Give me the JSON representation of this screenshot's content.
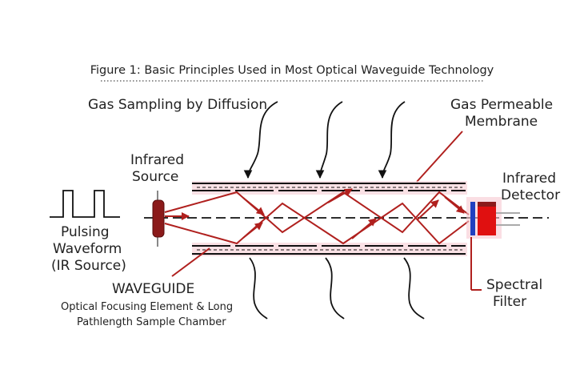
{
  "figure": {
    "title": "Figure 1: Basic Principles Used in Most Optical Waveguide Technology"
  },
  "labels": {
    "gas_sampling": "Gas Sampling by Diffusion",
    "membrane_line1": "Gas Permeable",
    "membrane_line2": "Membrane",
    "source_line1": "Infrared",
    "source_line2": "Source",
    "detector_line1": "Infrared",
    "detector_line2": "Detector",
    "pulse_line1": "Pulsing",
    "pulse_line2": "Waveform",
    "pulse_line3": "(IR Source)",
    "waveguide": "WAVEGUIDE",
    "waveguide_desc1": "Optical Focusing Element & Long",
    "waveguide_desc2": "Pathlength Sample Chamber",
    "filter_line1": "Spectral",
    "filter_line2": "Filter"
  },
  "colors": {
    "beam": "#b0201e",
    "source": "#8b1a1a",
    "filter": "#2040c0",
    "detector": "#e01010",
    "glow": "#f6c8d0",
    "stroke": "#111111"
  }
}
